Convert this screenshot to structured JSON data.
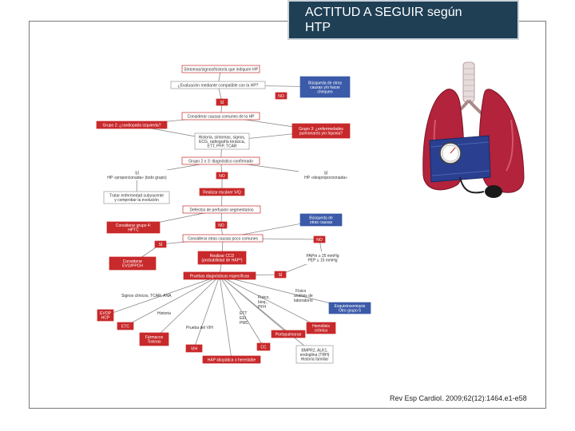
{
  "title": {
    "line1": "ACTITUD A SEGUIR según",
    "line2": "HTP"
  },
  "citation": "Rev Esp Cardiol. 2009;62(12):1464.e1-e58",
  "colors": {
    "title_bg": "#1f3f55",
    "red": "#c8292b",
    "blue": "#3b5aa8",
    "box_border": "#c8292b",
    "line": "#8a8a8a"
  },
  "flowchart": {
    "nodes": [
      {
        "id": "n1",
        "lines": [
          "Síntomas/signos/historia que indiquen HP"
        ],
        "style": "red-outline"
      },
      {
        "id": "n2",
        "lines": [
          "¿Evaluación mediante compatible con la HP?"
        ],
        "style": "gray-outline"
      },
      {
        "id": "n3",
        "lines": [
          "Búsqueda de otros",
          "causas y/o hacer",
          "chequeo"
        ],
        "style": "blue"
      },
      {
        "id": "n4",
        "lines": [
          "NO"
        ],
        "style": "red"
      },
      {
        "id": "n5",
        "lines": [
          "SÍ"
        ],
        "style": "red"
      },
      {
        "id": "n6",
        "lines": [
          "Considerar causas comunes de la HP"
        ],
        "style": "red-outline"
      },
      {
        "id": "n7",
        "lines": [
          "Grupo 2: ¿cardiopatía izquierda?"
        ],
        "style": "red"
      },
      {
        "id": "n8",
        "lines": [
          "Grupo 3: ¿enfermedades",
          "pulmonares y/o hipoxia?"
        ],
        "style": "red"
      },
      {
        "id": "n9",
        "lines": [
          "Historia, síntomas, signos,",
          "ECG, radiografía torácica,",
          "ETT, PFP, TCAR"
        ],
        "style": "gray-outline"
      },
      {
        "id": "n10",
        "lines": [
          "Grupo 2 o 3: diagnóstico confirmado"
        ],
        "style": "red-outline"
      },
      {
        "id": "n11",
        "lines": [
          "NO"
        ],
        "style": "red"
      },
      {
        "id": "n12",
        "lines": [
          "SÍ",
          "HP «proporcionada» (todo grupo)"
        ],
        "style": "plain"
      },
      {
        "id": "n13",
        "lines": [
          "SÍ",
          "HP «desproporcionada»"
        ],
        "style": "plain"
      },
      {
        "id": "n14",
        "lines": [
          "Tratar enfermedad subyacente",
          "y comprobar la evolución"
        ],
        "style": "gray-outline"
      },
      {
        "id": "n15",
        "lines": [
          "Realizar escáner V/Q"
        ],
        "style": "red"
      },
      {
        "id": "n16",
        "lines": [
          "Defectos de perfusión segmentarios"
        ],
        "style": "red-outline"
      },
      {
        "id": "n17",
        "lines": [
          "Considerar grupo 4:",
          "HPTC"
        ],
        "style": "red"
      },
      {
        "id": "n18",
        "lines": [
          "NO"
        ],
        "style": "red"
      },
      {
        "id": "n19",
        "lines": [
          "Búsqueda de",
          "otras causas"
        ],
        "style": "blue"
      },
      {
        "id": "n20",
        "lines": [
          "SÍ"
        ],
        "style": "red"
      },
      {
        "id": "n21",
        "lines": [
          "Considerar otras causas poco comunes"
        ],
        "style": "red-outline"
      },
      {
        "id": "n22",
        "lines": [
          "NO"
        ],
        "style": "red"
      },
      {
        "id": "n23",
        "lines": [
          "Considerar",
          "EVO/PPCH"
        ],
        "style": "red"
      },
      {
        "id": "n24",
        "lines": [
          "Realizar CCD",
          "(probabilidad de HAP*)"
        ],
        "style": "red"
      },
      {
        "id": "n25",
        "lines": [
          "PAPm ≥ 25 mmHg",
          "PEP ≤ 15 mmHg"
        ],
        "style": "plain"
      },
      {
        "id": "n26",
        "lines": [
          "Pruebas diagnósticas específicas"
        ],
        "style": "red"
      },
      {
        "id": "n27",
        "lines": [
          "SÍ"
        ],
        "style": "red"
      },
      {
        "id": "n28",
        "lines": [
          "EVOP",
          "HCP"
        ],
        "style": "red"
      },
      {
        "id": "n29",
        "lines": [
          "ETC"
        ],
        "style": "red"
      },
      {
        "id": "n30",
        "lines": [
          "Fármacos",
          "Toxinas"
        ],
        "style": "red"
      },
      {
        "id": "n31",
        "lines": [
          "VIH"
        ],
        "style": "red"
      },
      {
        "id": "n32",
        "lines": [
          "CC"
        ],
        "style": "red"
      },
      {
        "id": "n33",
        "lines": [
          "Portopulmonar"
        ],
        "style": "red"
      },
      {
        "id": "n34",
        "lines": [
          "Hemólisis",
          "crónica"
        ],
        "style": "red"
      },
      {
        "id": "n35",
        "lines": [
          "Esquistosomiasis",
          "Otro grupo 5"
        ],
        "style": "blue"
      },
      {
        "id": "n36",
        "lines": [
          "BMPR2, ALK1,",
          "endoglina (TRH)",
          "Historia familiar"
        ],
        "style": "gray-outline"
      },
      {
        "id": "n37",
        "lines": [
          "HAP idiopática o heredable"
        ],
        "style": "red"
      }
    ],
    "labels": [
      {
        "id": "l1",
        "text": "Signos clínicos, TCAR, ANA"
      },
      {
        "id": "l2",
        "text": "Historia"
      },
      {
        "id": "l3",
        "text": "Prueba del VIH"
      },
      {
        "id": "l4",
        "text": "Físico"
      },
      {
        "id": "l5",
        "text": "análisis de"
      },
      {
        "id": "l6",
        "text": "laboratorio"
      },
      {
        "id": "l7",
        "text": "Físico,"
      },
      {
        "id": "l8",
        "text": "bioq.,"
      },
      {
        "id": "l9",
        "text": "PFH"
      },
      {
        "id": "l10",
        "text": "ETT"
      },
      {
        "id": "l11",
        "text": "EEI"
      },
      {
        "id": "l12",
        "text": "PMC"
      }
    ]
  },
  "illustration": {
    "name": "lungs-with-blood-pressure-cuff"
  }
}
